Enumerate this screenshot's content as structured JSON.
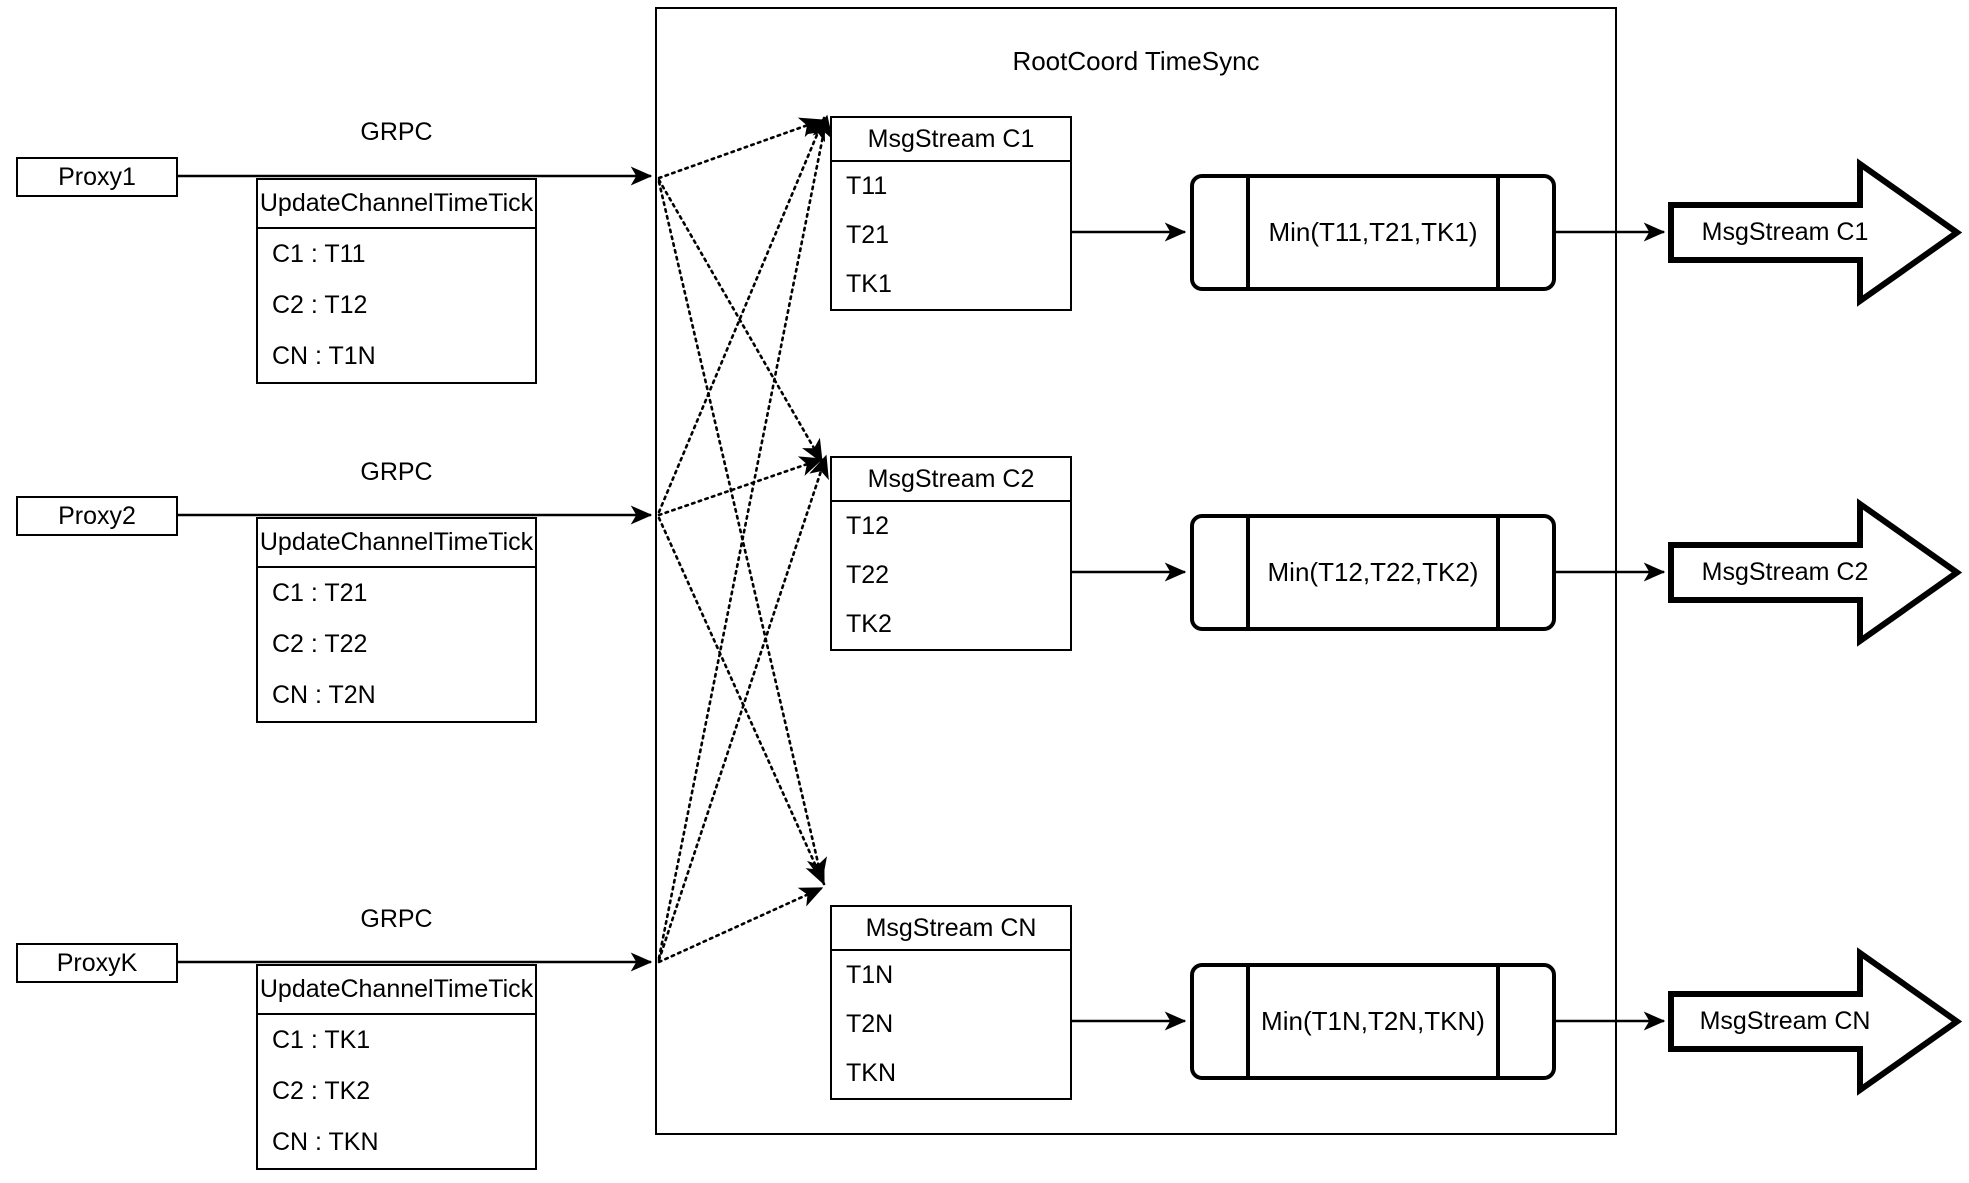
{
  "diagram": {
    "title": "RootCoord TimeSync",
    "container_label": "RootCoord TimeSync"
  },
  "transport_labels": {
    "grpc": "GRPC"
  },
  "proxies": [
    {
      "name": "Proxy1",
      "protocol": "GRPC",
      "request": {
        "title": "UpdateChannelTimeTick",
        "rows": [
          "C1 :  T11",
          "C2 :  T12",
          "CN : T1N"
        ]
      }
    },
    {
      "name": "Proxy2",
      "protocol": "GRPC",
      "request": {
        "title": "UpdateChannelTimeTick",
        "rows": [
          "C1 :  T21",
          "C2 :  T22",
          "CN : T2N"
        ]
      }
    },
    {
      "name": "ProxyK",
      "protocol": "GRPC",
      "request": {
        "title": "UpdateChannelTimeTick",
        "rows": [
          "C1 :  TK1",
          "C2 :  TK2",
          "CN : TKN"
        ]
      }
    }
  ],
  "channels": [
    {
      "stream": {
        "title": "MsgStream C1",
        "rows": [
          "T11",
          "T21",
          "TK1"
        ]
      },
      "reducer": "Min(T11,T21,TK1)",
      "output": "MsgStream C1"
    },
    {
      "stream": {
        "title": "MsgStream C2",
        "rows": [
          "T12",
          "T22",
          "TK2"
        ]
      },
      "reducer": "Min(T12,T22,TK2)",
      "output": "MsgStream C2"
    },
    {
      "stream": {
        "title": "MsgStream CN",
        "rows": [
          "T1N",
          "T2N",
          "TKN"
        ]
      },
      "reducer": "Min(T1N,T2N,TKN)",
      "output": "MsgStream CN"
    }
  ],
  "colors": {
    "stroke": "#000000",
    "background": "#ffffff"
  }
}
